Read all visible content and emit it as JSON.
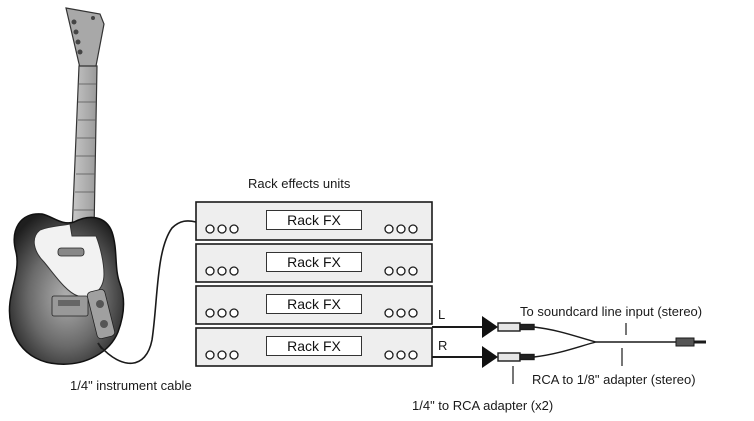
{
  "title": "Rack effects units",
  "rack_units": [
    {
      "label": "Rack FX"
    },
    {
      "label": "Rack FX"
    },
    {
      "label": "Rack FX"
    },
    {
      "label": "Rack FX"
    }
  ],
  "channels": {
    "left": "L",
    "right": "R"
  },
  "labels": {
    "instrument_cable": "1/4\" instrument cable",
    "soundcard_input": "To soundcard line input (stereo)",
    "rca_adapter": "RCA to 1/8\" adapter (stereo)",
    "quarter_rca_adapter": "1/4\" to RCA adapter (x2)"
  },
  "colors": {
    "line": "#1a1a1a",
    "rack_fill": "#eeeeee",
    "guitar_body": "#3a3a3a",
    "pickguard": "#f2f2f2"
  }
}
